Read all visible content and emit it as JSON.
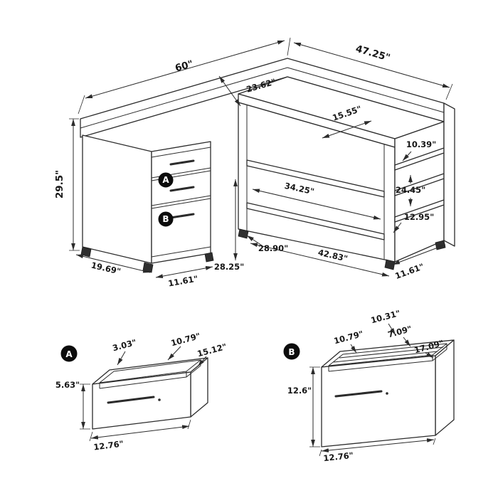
{
  "colors": {
    "line": "#2b2b2b",
    "badge_bg": "#0c0c0c",
    "badge_text": "#ffffff",
    "background": "#ffffff"
  },
  "main_view": {
    "badges": {
      "a": "A",
      "b": "B"
    },
    "dims": {
      "length": "60\"",
      "return_length": "47.25\"",
      "desk_depth": "23.62\"",
      "return_depth": "15.55\"",
      "height": "29.5\"",
      "cubby_top": "10.39\"",
      "cubby_middle": "24.45\"",
      "cubby_bottom": "12.95\"",
      "shelf_opening": "34.25\"",
      "knee_height": "28.25\"",
      "knee_width": "28.90\"",
      "return_front_width": "42.83\"",
      "end_unit_width": "11.61\"",
      "pedestal_depth": "19.69\"",
      "pedestal_width": "11.61\""
    }
  },
  "detail_a": {
    "badge": "A",
    "dims": {
      "back_offset": "3.03\"",
      "inner_width": "10.79\"",
      "diagonal": "15.12\"",
      "height": "5.63\"",
      "front_width": "12.76\""
    }
  },
  "detail_b": {
    "badge": "B",
    "dims": {
      "top_depth": "10.31\"",
      "inner_width": "10.79\"",
      "rail_offset": "7.09\"",
      "outer_width": "17.09\"",
      "height": "12.6\"",
      "front_width": "12.76\""
    }
  }
}
